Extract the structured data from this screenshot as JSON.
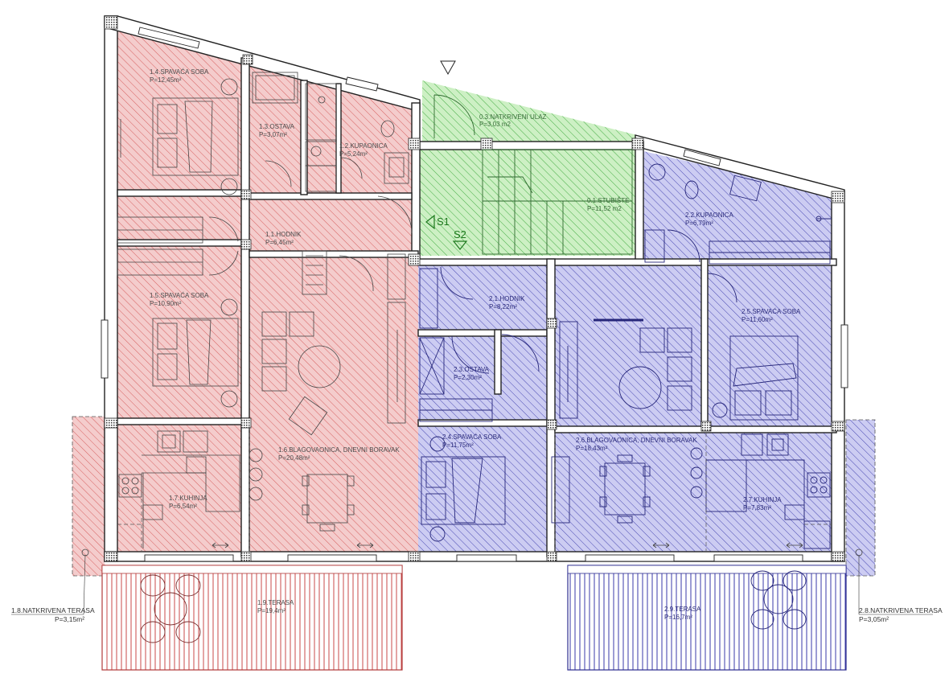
{
  "colors": {
    "unit1": "#f2c2c2",
    "unit1_hatch": "#d25a5a",
    "unit2": "#c7c7ee",
    "unit2_hatch": "#4747b0",
    "common": "#c8efc0",
    "common_hatch": "#3aa33a"
  },
  "rooms": {
    "r14": {
      "name": "1.4.SPAVAĆA SOBA",
      "area": "P=12,45m²"
    },
    "r13": {
      "name": "1.3.OSTAVA",
      "area": "P=3,07m²"
    },
    "r12": {
      "name": "1.2.KUPAONICA",
      "area": "P=5,24m²"
    },
    "r11": {
      "name": "1.1.HODNIK",
      "area": "P=6,45m²"
    },
    "r15": {
      "name": "1.5.SPAVAĆA SOBA",
      "area": "P=10,90m²"
    },
    "r16": {
      "name": "1.6.BLAGOVAONICA, DNEVNI BORAVAK",
      "area": "P=20,48m²"
    },
    "r17": {
      "name": "1.7.KUHINJA",
      "area": "P=6,54m²"
    },
    "r19": {
      "name": "1.9.TERASA",
      "area": "P=19,4m²"
    },
    "r18": {
      "name": "1.8.NATKRIVENA TERASA",
      "area": "P=3,15m²"
    },
    "r03": {
      "name": "0.3.NATKRIVENI ULAZ",
      "area": "P=3,03 m2"
    },
    "r01": {
      "name": "0.1.STUBIŠTE",
      "area": "P=11,52 m2"
    },
    "r22": {
      "name": "2.2.KUPAONICA",
      "area": "P=6,79m²"
    },
    "r21": {
      "name": "2.1.HODNIK",
      "area": "P=8,22m²"
    },
    "r23": {
      "name": "2.3.OSTAVA",
      "area": "P=2,30m²"
    },
    "r25": {
      "name": "2.5.SPAVAĆA SOBA",
      "area": "P=11,60m²"
    },
    "r24": {
      "name": "2.4.SPAVAĆA SOBA",
      "area": "P=11,75m²"
    },
    "r26": {
      "name": "2.6.BLAGOVAONICA, DNEVNI BORAVAK",
      "area": "P=18,43m²"
    },
    "r27": {
      "name": "2.7.KUHINJA",
      "area": "P=7,83m²"
    },
    "r29": {
      "name": "2.9.TERASA",
      "area": "P=16,7m²"
    },
    "r28": {
      "name": "2.8.NATKRIVENA TERASA",
      "area": "P=3,05m²"
    }
  },
  "sections": {
    "s1": "S1",
    "s2": "S2"
  }
}
